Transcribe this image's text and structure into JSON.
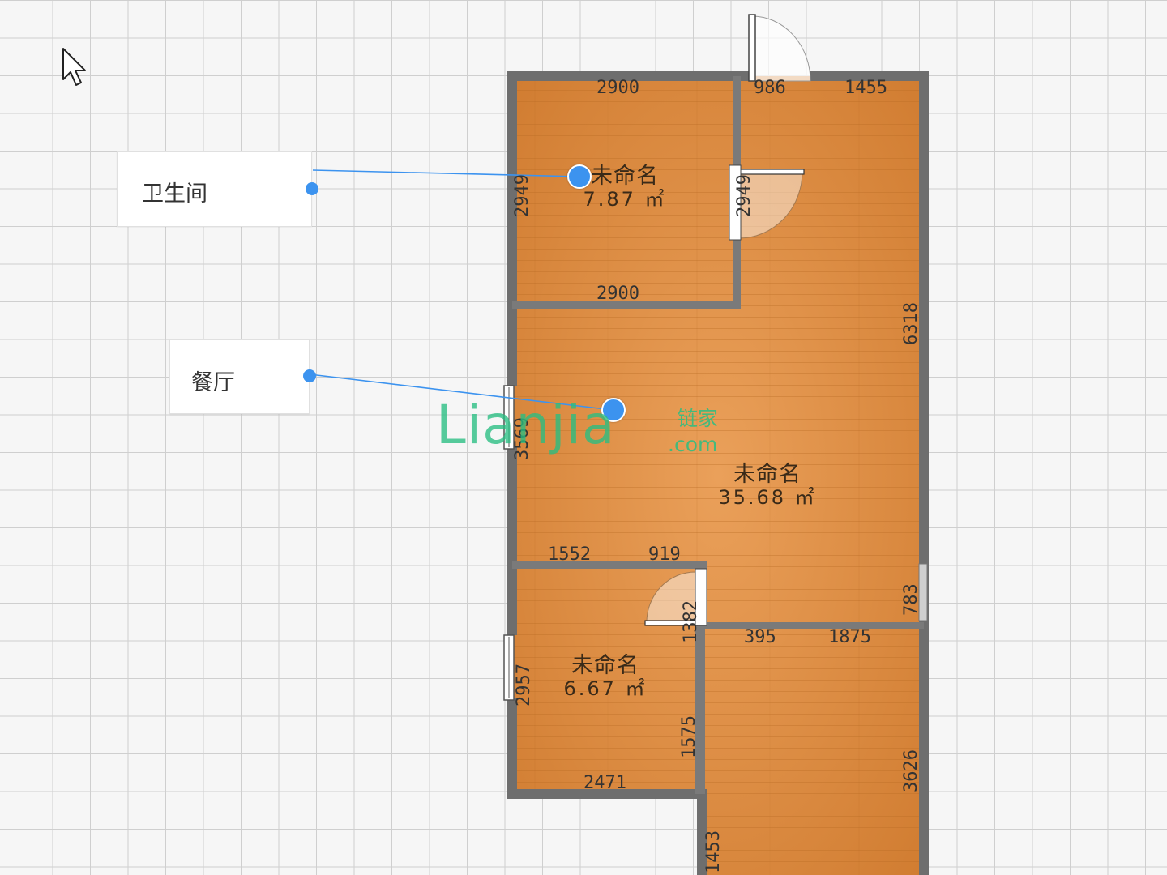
{
  "rooms": [
    {
      "name": "未命名",
      "area": "7.87 ㎡"
    },
    {
      "name": "未命名",
      "area": "35.68 ㎡"
    },
    {
      "name": "未命名",
      "area": "6.67 ㎡"
    }
  ],
  "annotations": [
    {
      "label": "卫生间"
    },
    {
      "label": "餐厅"
    }
  ],
  "dimensions": {
    "bath_top": "2900",
    "bath_bottom": "2900",
    "bath_left": "2949",
    "bath_right": "2949",
    "door_top": "986",
    "top_right": "1455",
    "right_main": "6318",
    "left_main": "3569",
    "mid_a": "1552",
    "mid_b": "919",
    "right_small": "783",
    "door_small": "1382",
    "small_left": "2957",
    "small_right": "1575",
    "small_bottom": "2471",
    "lower_a": "395",
    "lower_b": "1875",
    "lower_right": "3626",
    "lower_left": "1453"
  },
  "watermark": {
    "main": "Lianjia",
    "cn": "链家",
    "domain": ".com"
  },
  "colors": {
    "floor": "#d9873a",
    "wall": "#6e6e6e",
    "accent": "#3c93ef",
    "watermark": "#28be82"
  }
}
